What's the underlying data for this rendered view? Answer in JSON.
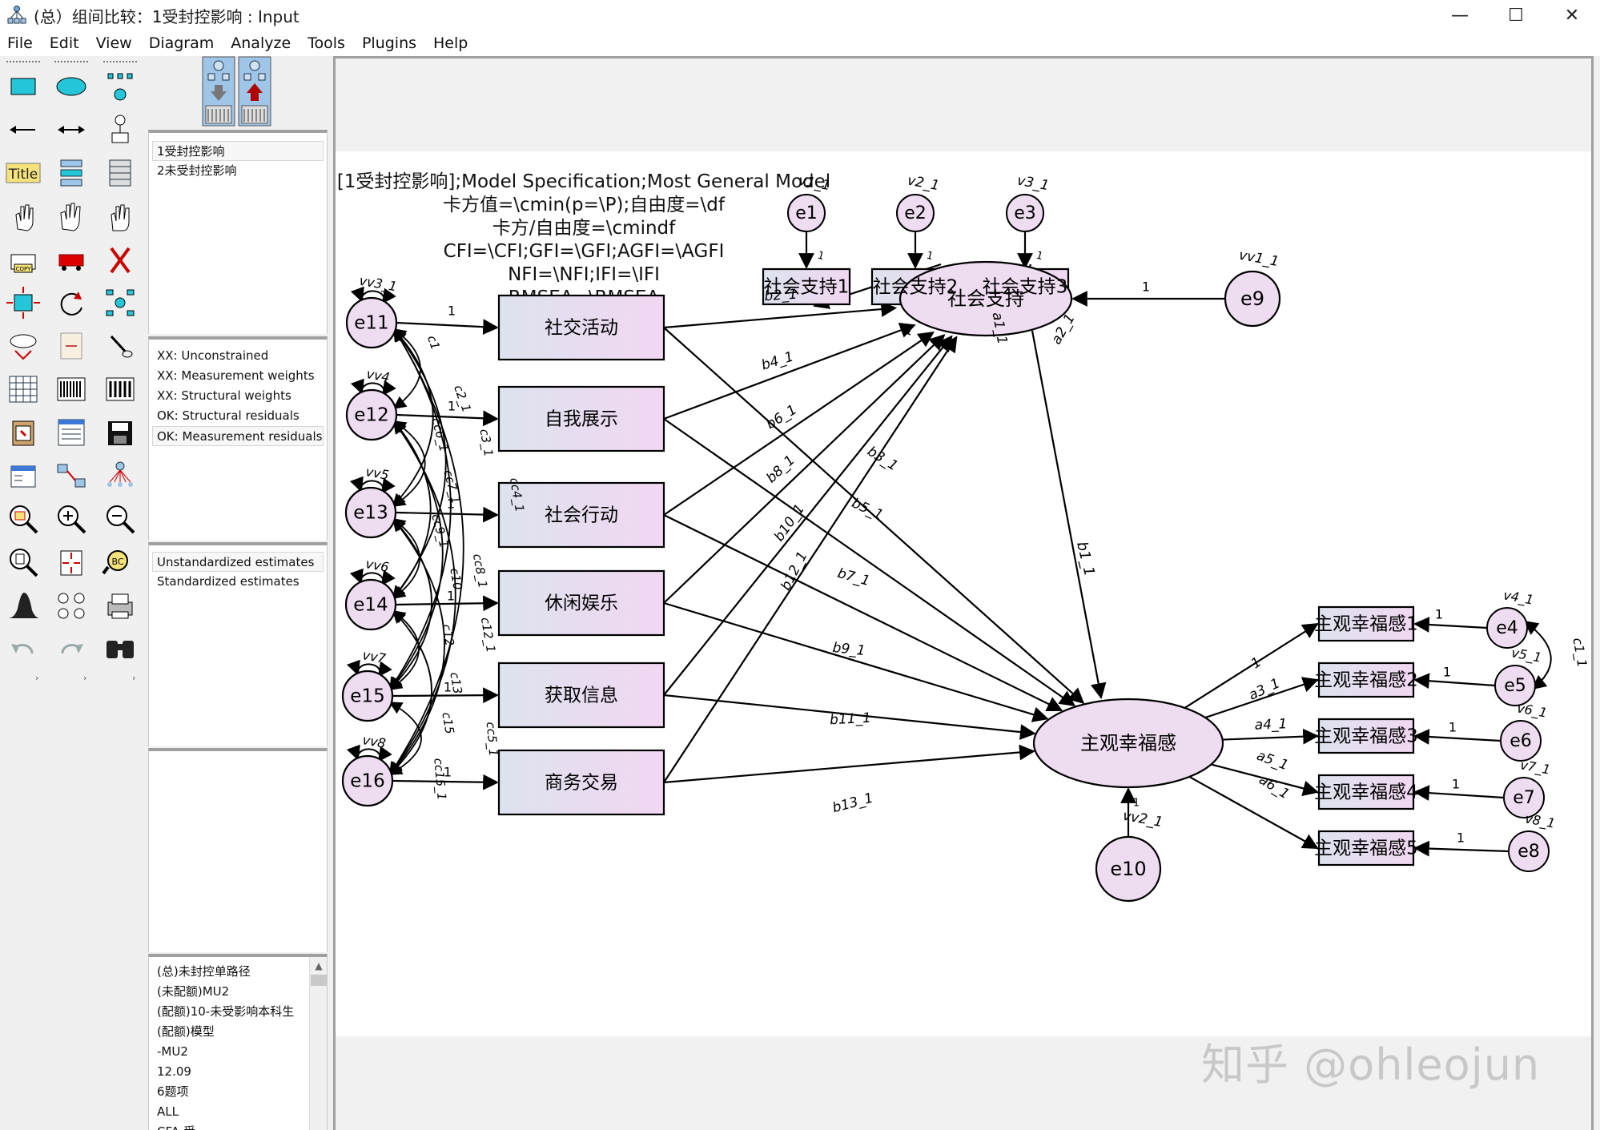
{
  "window": {
    "title": "(总）组间比较：1受封控影响 : Input"
  },
  "menu": [
    "File",
    "Edit",
    "View",
    "Diagram",
    "Analyze",
    "Tools",
    "Plugins",
    "Help"
  ],
  "toolbox": {
    "icons": [
      "rectangle-tool-icon",
      "ellipse-tool-icon",
      "indicator-tool-icon",
      "single-arrow-icon",
      "double-arrow-icon",
      "unique-variable-icon",
      "title-tool-icon",
      "list-variables-icon",
      "list-data-icon",
      "select-one-icon",
      "select-all-icon",
      "deselect-icon",
      "copy-icon",
      "move-icon",
      "erase-icon",
      "shape-change-icon",
      "rotate-icon",
      "reflect-icon",
      "move-param-icon",
      "scroll-icon",
      "touch-up-icon",
      "data-file-icon",
      "analysis-properties-icon",
      "calculate-icon",
      "clipboard-icon",
      "view-text-icon",
      "save-icon",
      "object-properties-icon",
      "drag-props-icon",
      "preserve-symmetry-icon",
      "zoom-area-icon",
      "zoom-in-icon",
      "zoom-out-icon",
      "fit-page-icon",
      "resize-icon",
      "loupe-icon",
      "bayesian-icon",
      "multiple-group-icon",
      "print-icon",
      "undo-icon",
      "redo-icon",
      "spec-search-icon"
    ],
    "title_icon_label": "Title",
    "group_buttons": [
      "view-input-icon",
      "view-output-icon"
    ]
  },
  "groups_panel": {
    "items": [
      "1受封控影响",
      "2未受封控影响"
    ],
    "selected": 0
  },
  "models_panel": {
    "items": [
      "XX: Unconstrained",
      "XX: Measurement weights",
      "XX: Structural weights",
      "OK: Structural residuals",
      "OK: Measurement residuals"
    ],
    "selected": 4
  },
  "estimates_panel": {
    "items": [
      "Unstandardized estimates",
      "Standardized estimates"
    ],
    "selected": 0
  },
  "files_panel": {
    "items": [
      "(总)未封控单路径",
      "(未配额)MU2",
      "(配额)10-未受影响本科生",
      "(配额)模型",
      "-MU2",
      "12.09",
      "6题项",
      "ALL",
      "CFA-受"
    ]
  },
  "model_text": [
    "[1受封控影响];Model Specification;Most General Model",
    "卡方值=\\cmin(p=\\P);自由度=\\df",
    "卡方/自由度=\\cmindf",
    "CFI=\\CFI;GFI=\\GFI;AGFI=\\AGFI",
    "NFI=\\NFI;IFI=\\IFI",
    "RMSEA=\\RMSEA"
  ],
  "diagram": {
    "observed_left": [
      "社交活动",
      "自我展示",
      "社会行动",
      "休闲娱乐",
      "获取信息",
      "商务交易"
    ],
    "errors_left": [
      "e11",
      "e12",
      "e13",
      "e14",
      "e15",
      "e16"
    ],
    "variance_left": [
      "vv3_1",
      "vv4",
      "vv5",
      "vv6",
      "vv7",
      "vv8"
    ],
    "left_path_one": "1",
    "cov_labels": [
      "c1",
      "c2_1",
      "c3_1",
      "cc4_1",
      "cc6_1",
      "cc7_1",
      "cc8_1",
      "cc9_1",
      "c10",
      "c12",
      "c13",
      "c15",
      "c12_1",
      "cc5_1",
      "cc15_1"
    ],
    "latent_support": "社会支持",
    "latent_happy": "主观幸福感",
    "support_indicators": [
      "社会支持1",
      "社会支持2",
      "社会支持3"
    ],
    "support_errors": [
      "e1",
      "e2",
      "e3"
    ],
    "support_variances": [
      "v1_1",
      "v2_1",
      "v3_1"
    ],
    "support_loadings": [
      "1",
      "a1_1",
      "a2_1"
    ],
    "happy_indicators": [
      "主观幸福感1",
      "主观幸福感2",
      "主观幸福感3",
      "主观幸福感4",
      "主观幸福感5"
    ],
    "happy_errors": [
      "e4",
      "e5",
      "e6",
      "e7",
      "e8"
    ],
    "happy_variances": [
      "v4_1",
      "v5_1",
      "v6_1",
      "v7_1",
      "v8_1"
    ],
    "happy_loadings": [
      "1",
      "a3_1",
      "a4_1",
      "a5_1",
      "a6_1"
    ],
    "happy_cov": "c1_1",
    "disturbance_support": "e9",
    "disturbance_support_var": "vv1_1",
    "disturbance_happy": "e10",
    "disturbance_happy_var": "vv2_1",
    "paths_to_support": [
      "b2_1",
      "b4_1",
      "b6_1",
      "b8_1",
      "b10_1",
      "b12_1"
    ],
    "paths_to_happy": [
      "b3_1",
      "b5_1",
      "b7_1",
      "b9_1",
      "b11_1",
      "b13_1"
    ],
    "support_to_happy": "b1_1"
  },
  "watermark": "知乎 @ohleojun"
}
